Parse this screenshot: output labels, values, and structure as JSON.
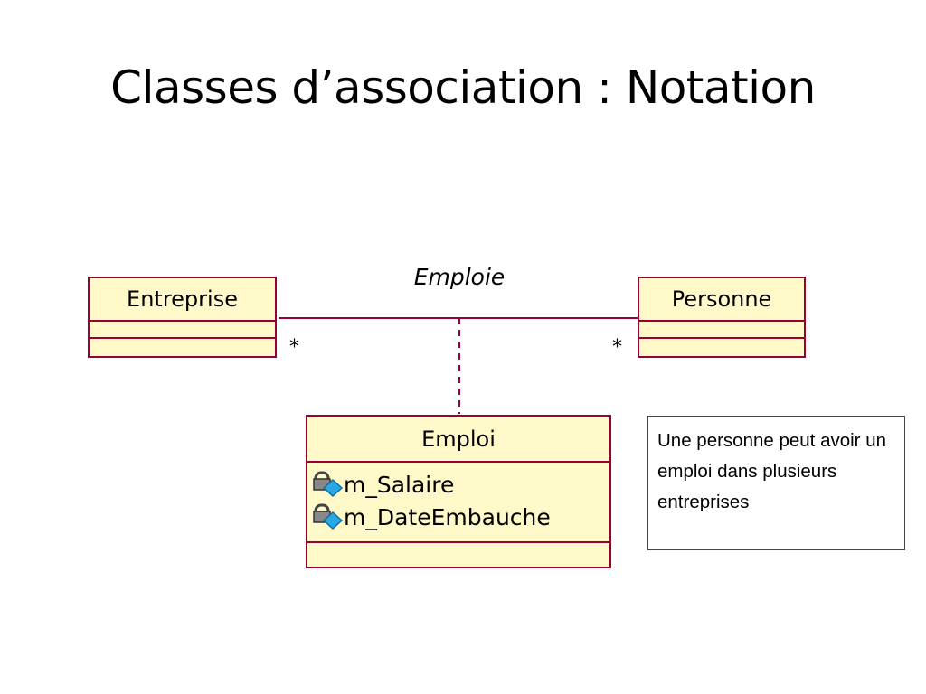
{
  "slide": {
    "title": "Classes d’association : Notation"
  },
  "diagram": {
    "classes": [
      {
        "name": "Entreprise",
        "attributes": []
      },
      {
        "name": "Personne",
        "attributes": []
      },
      {
        "name": "Emploi",
        "attributes": [
          "m_Salaire",
          "m_DateEmbauche"
        ]
      }
    ],
    "association": {
      "name": "Emploie",
      "multiplicity_left": "*",
      "multiplicity_right": "*"
    },
    "note": "Une personne peut avoir un emploi dans plusieurs entreprises",
    "colors": {
      "class_fill": "#fff8c8",
      "class_border": "#990033",
      "attr_icon": "#2aa7e0"
    },
    "icons": {
      "attribute": "private-attribute-lock-icon"
    }
  }
}
